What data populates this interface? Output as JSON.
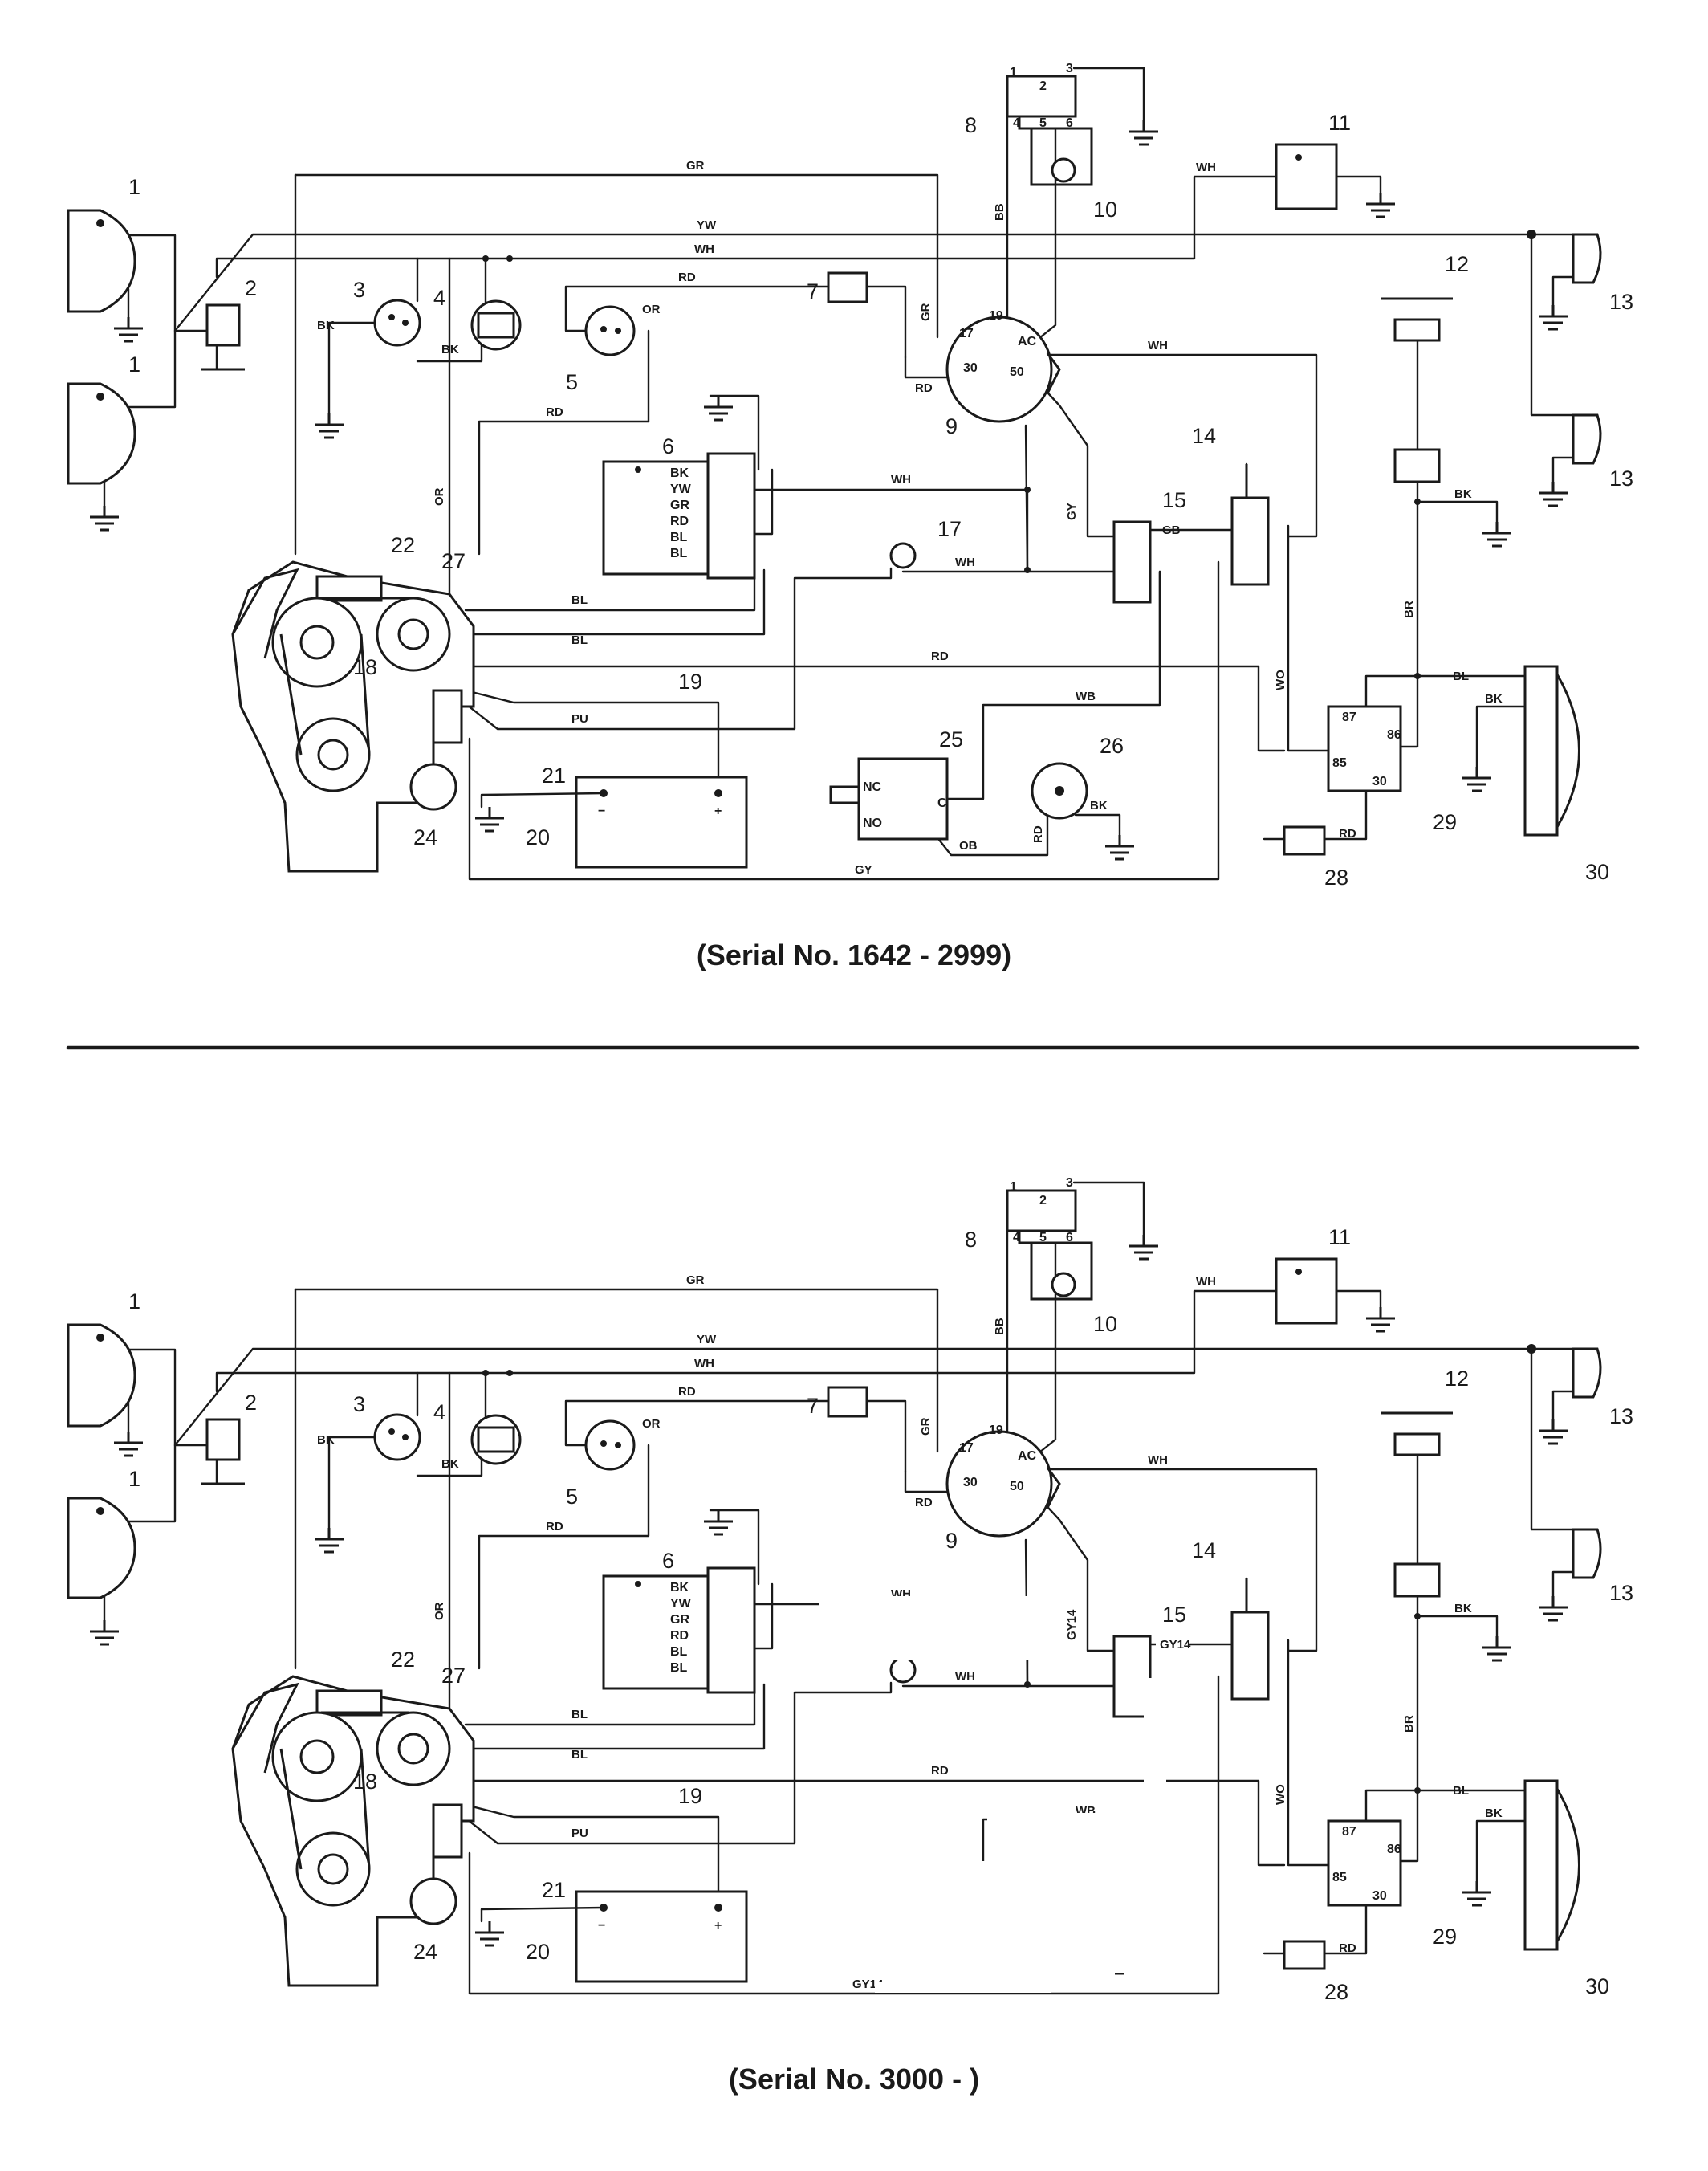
{
  "captions": {
    "top": "(Serial No. 1642 - 2999)",
    "bottom": "(Serial No. 3000 -          )"
  },
  "wire_colors": {
    "GR": "GR",
    "YW": "YW",
    "WH": "WH",
    "RD": "RD",
    "BB": "BB",
    "BK": "BK",
    "OR": "OR",
    "BL": "BL",
    "GY": "GY",
    "GY14": "GY14",
    "GB": "GB",
    "BR": "BR",
    "WO": "WO",
    "WB": "WB",
    "OB": "OB",
    "PU": "PU"
  },
  "components": {
    "c1": "1",
    "c2": "2",
    "c3": "3",
    "c4": "4",
    "c5": "5",
    "c6": "6",
    "c7": "7",
    "c8": "8",
    "c9": "9",
    "c10": "10",
    "c11": "11",
    "c12": "12",
    "c13": "13",
    "c14": "14",
    "c15": "15",
    "c17": "17",
    "c18": "18",
    "c19": "19",
    "c20": "20",
    "c21": "21",
    "c22": "22",
    "c24": "24",
    "c25": "25",
    "c26": "26",
    "c27": "27",
    "c28": "28",
    "c29": "29",
    "c30": "30"
  },
  "terminals": {
    "t1": "1",
    "t2": "2",
    "t3": "3",
    "t4": "4",
    "t5": "5",
    "t6": "6",
    "t17": "17",
    "t19": "19",
    "t30": "30",
    "t50": "50",
    "tAC": "AC",
    "t85": "85",
    "t86": "86",
    "t87": "87",
    "tNC": "NC",
    "tNO": "NO",
    "tC": "C",
    "plus": "+",
    "minus": "−"
  },
  "connector_pins": [
    "BK",
    "YW",
    "GR",
    "RD",
    "BL",
    "BL"
  ]
}
